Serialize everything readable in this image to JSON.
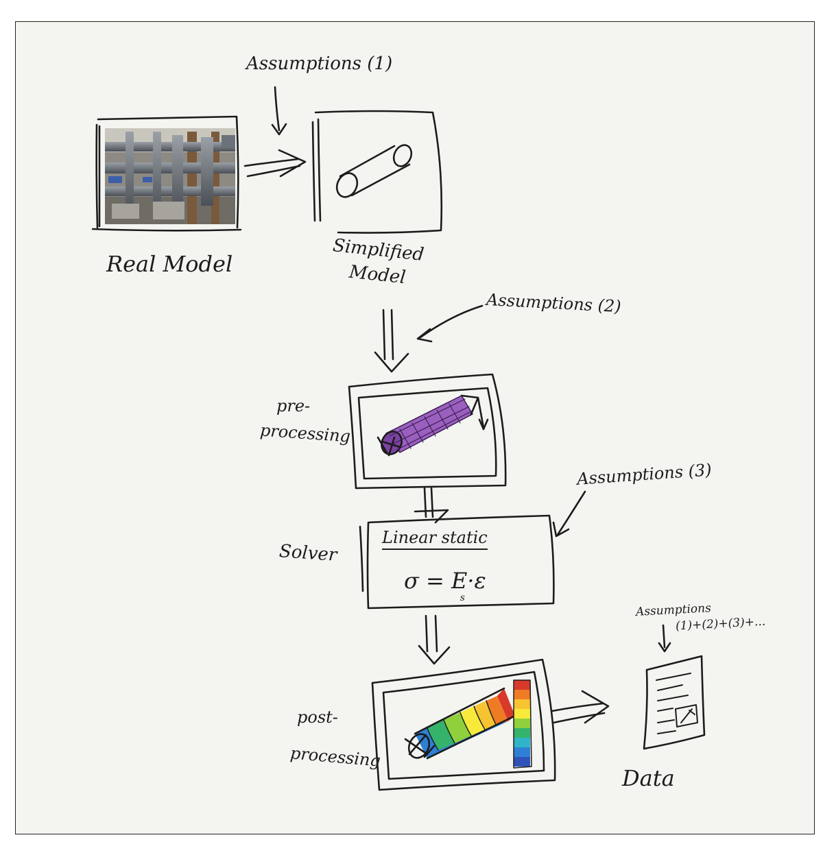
{
  "labels": {
    "assumptions_1": "Assumptions (1)",
    "real_model": "Real Model",
    "simplified_model_line1": "Simplified",
    "simplified_model_line2": "Model",
    "assumptions_2": "Assumptions (2)",
    "pre_processing_line1": "pre-",
    "pre_processing_line2": "processing",
    "assumptions_3": "Assumptions (3)",
    "solver": "Solver",
    "linear_static": "Linear static",
    "equation": "σ = E·ε",
    "equation_subscript": "s",
    "assumptions_total_line1": "Assumptions",
    "assumptions_total_line2": "(1)+(2)+(3)+...",
    "post_processing_line1": "post-",
    "post_processing_line2": "processing",
    "data": "Data"
  },
  "colors": {
    "ink": "#1c1c1c",
    "paper": "#f4f4f1",
    "mesh_purple": "#9b5fc0",
    "result_scale": [
      "#d83a2a",
      "#ef7b24",
      "#f6c431",
      "#f7ea3b",
      "#8fd03c",
      "#35b36b",
      "#2fb4c9",
      "#2f7fd4",
      "#2f52b8"
    ]
  }
}
